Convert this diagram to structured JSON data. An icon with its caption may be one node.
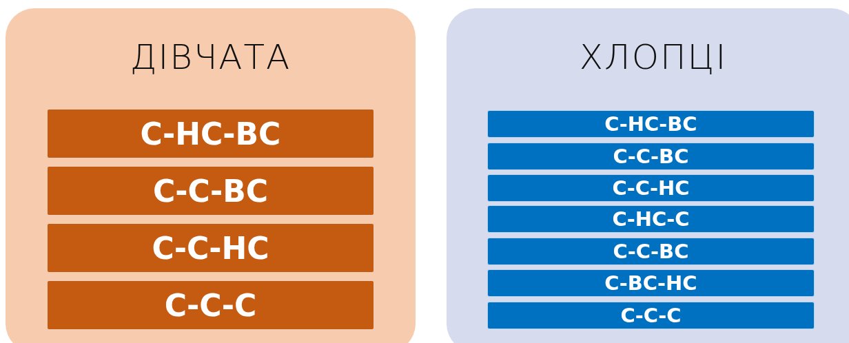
{
  "diagram": {
    "nodes": [
      {
        "text": [
          "ДІВЧАТА"
        ]
      },
      {
        "text": [
          "С-НС-ВС"
        ],
        "in": 0
      },
      {
        "text": [
          "С-С-ВС"
        ],
        "in": 0
      },
      {
        "text": [
          "С-С-НС"
        ],
        "in": 0
      },
      {
        "text": [
          "С-С-С"
        ],
        "in": 0
      },
      {
        "text": [
          "ХЛОПЦІ"
        ]
      },
      {
        "text": [
          "С-НС-ВС"
        ],
        "in": 5
      },
      {
        "text": [
          "С-С-ВС"
        ],
        "in": 5
      },
      {
        "text": [
          "С-С-НС"
        ],
        "in": 5
      },
      {
        "text": [
          "С-НС-С"
        ],
        "in": 5
      },
      {
        "text": [
          "С-С-ВС"
        ],
        "in": 5
      },
      {
        "text": [
          "С-ВС-НС"
        ],
        "in": 5
      },
      {
        "text": [
          "С-С-С"
        ],
        "in": 5
      }
    ]
  }
}
